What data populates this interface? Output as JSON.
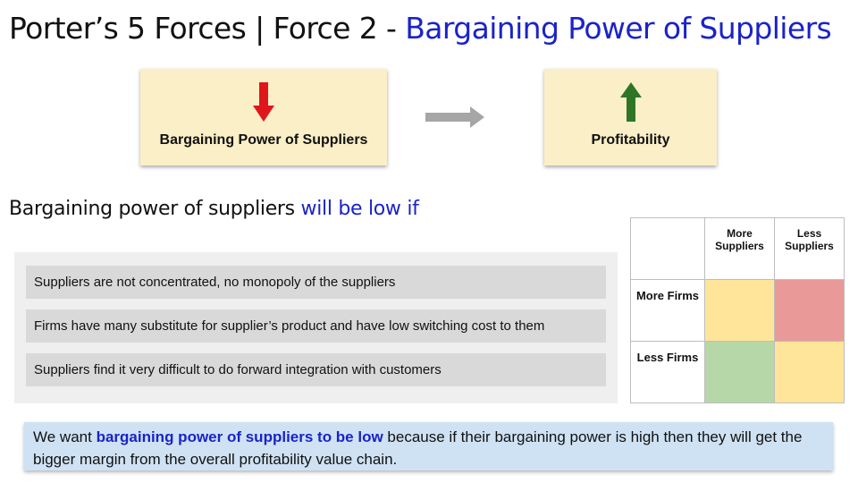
{
  "title": {
    "prefix": "Porter’s 5 Forces | Force 2 - ",
    "highlight": "Bargaining Power of Suppliers"
  },
  "flow": {
    "left_card": {
      "label": "Bargaining Power of Suppliers",
      "icon": "down-arrow-icon",
      "icon_color": "#e0161d"
    },
    "right_card": {
      "label": "Profitability",
      "icon": "up-arrow-icon",
      "icon_color": "#2e7626"
    },
    "connector_icon": "right-arrow-icon",
    "connector_color": "#a6a6a6"
  },
  "subheading": {
    "prefix": "Bargaining power of suppliers ",
    "highlight": "will be low if"
  },
  "conditions": [
    "Suppliers are not concentrated, no monopoly of the suppliers",
    "Firms have many substitute for supplier’s product and have low switching cost to them",
    "Suppliers find it very difficult to do forward integration with customers"
  ],
  "matrix": {
    "col_headers": [
      "More Suppliers",
      "Less Suppliers"
    ],
    "row_headers": [
      "More Firms",
      "Less Firms"
    ],
    "cell_colors": [
      [
        "#ffe599",
        "#ea9999"
      ],
      [
        "#b6d7a8",
        "#ffe599"
      ]
    ]
  },
  "summary": {
    "prefix": "We want ",
    "highlight": "bargaining power of suppliers to be low",
    "suffix": " because if their bargaining power is high then they will get the bigger margin from the overall profitability value chain."
  },
  "colors": {
    "accent": "#1a23c9",
    "card_bg": "#fbefc7",
    "summary_bg": "#cfe2f3"
  }
}
